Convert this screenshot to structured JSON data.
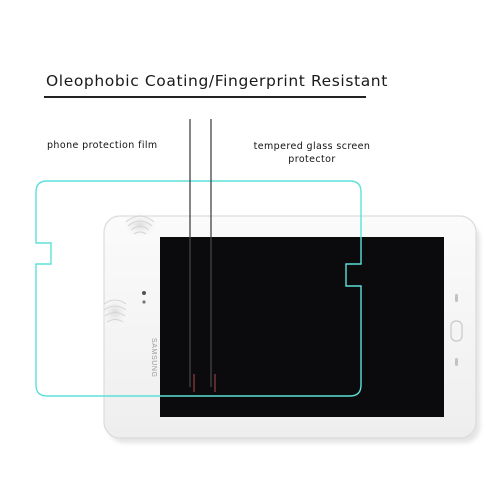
{
  "title": "Oleophobic Coating/Fingerprint Resistant",
  "labels": {
    "left": "phone protection film",
    "right": "tempered glass screen protector"
  },
  "device": {
    "brand": "SAMSUNG"
  },
  "colors": {
    "film_edge": "#5ee0d8",
    "screen": "#0b0b0d",
    "device_body": "#f7f7f7"
  }
}
